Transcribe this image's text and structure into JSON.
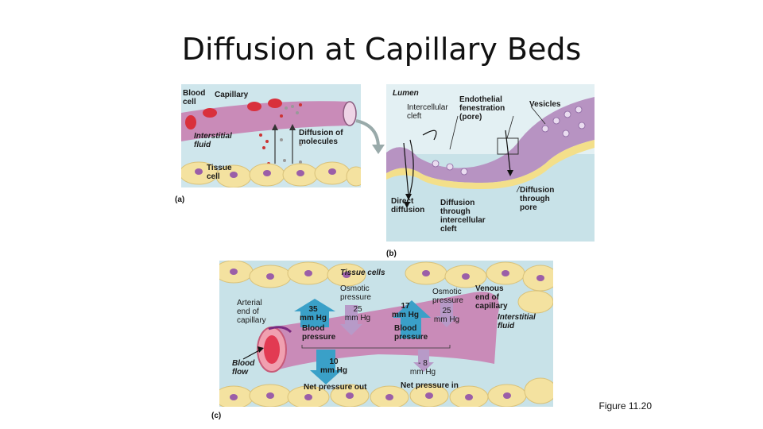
{
  "title": "Diffusion at Capillary Beds",
  "figure_caption": "Figure 11.20",
  "panel_a": {
    "tag": "(a)",
    "blood_cell": "Blood\ncell",
    "capillary": "Capillary",
    "interstitial_fluid": "Interstitial\nfluid",
    "diffusion_of_molecules": "Diffusion of\nmolecules",
    "tissue_cell": "Tissue\ncell"
  },
  "panel_b": {
    "tag": "(b)",
    "lumen": "Lumen",
    "intercellular_cleft": "Intercellular\ncleft",
    "endothelial_fenestration": "Endothelial\nfenestration\n(pore)",
    "vesicles": "Vesicles",
    "direct_diffusion": "Direct\ndiffusion",
    "diffusion_through_cleft": "Diffusion\nthrough\nintercellular\ncleft",
    "diffusion_through_pore": "Diffusion\nthrough\npore"
  },
  "panel_c": {
    "tag": "(c)",
    "tissue_cells": "Tissue cells",
    "arterial_end": "Arterial\nend of\ncapillary",
    "venous_end": "Venous\nend of\ncapillary",
    "interstitial_fluid": "Interstitial\nfluid",
    "blood_flow": "Blood\nflow",
    "bp_arterial_value": "35\nmm Hg",
    "bp_arterial_label": "Blood\npressure",
    "op_left_label": "Osmotic\npressure",
    "op_left_value": "25\nmm Hg",
    "bp_venous_value": "17\nmm Hg",
    "bp_venous_label": "Blood\npressure",
    "op_right_label": "Osmotic\npressure",
    "op_right_value": "25\nmm Hg",
    "net_out_value": "10\nmm Hg",
    "net_out_label": "Net pressure out",
    "net_in_value": "- 8\nmm Hg",
    "net_in_label": "Net pressure in"
  },
  "colors": {
    "vessel": "#c98bb8",
    "red_cell": "#d9303c",
    "tissue_cell": "#f4e2a0",
    "fluid": "#c8e2e8",
    "arrow_blue": "#3aa0c8",
    "arrow_purple": "#b79ac8"
  }
}
